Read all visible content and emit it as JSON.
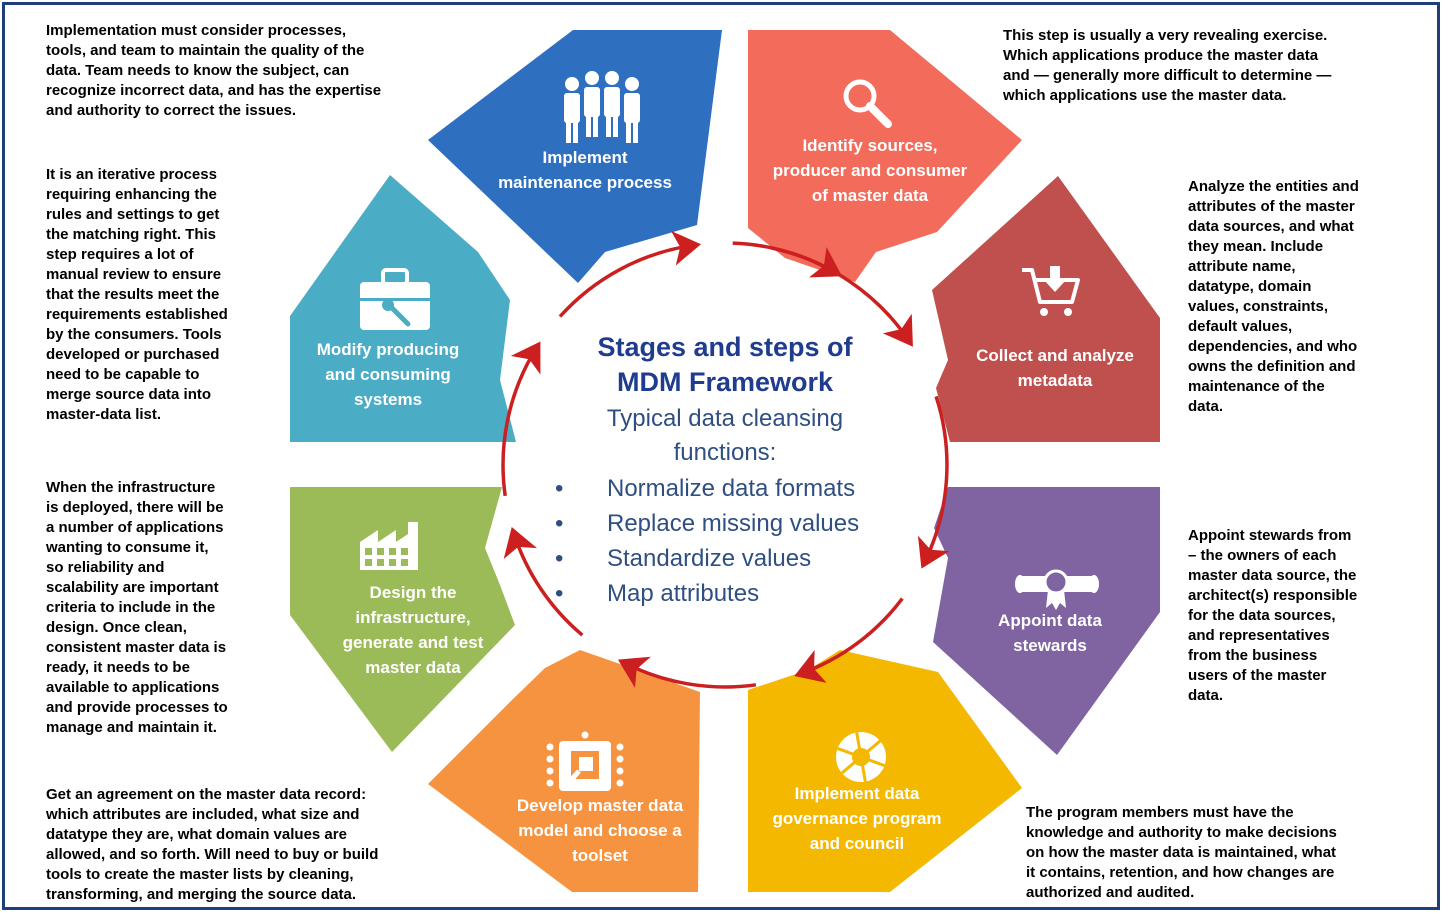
{
  "center": {
    "title_line1": "Stages and steps of",
    "title_line2": "MDM Framework",
    "subtitle_line1": "Typical data cleansing",
    "subtitle_line2": "functions:",
    "bullet_symbol": "•",
    "bullets": [
      "Normalize data formats",
      "Replace missing values",
      "Standardize values",
      "Map attributes"
    ]
  },
  "segments": [
    {
      "lines": [
        "Implement",
        "maintenance process"
      ],
      "icon": "people-group-icon",
      "color": "#2e6fc0"
    },
    {
      "lines": [
        "Identify sources,",
        "producer and consumer",
        "of master data"
      ],
      "icon": "magnifier-icon",
      "color": "#f26b5b"
    },
    {
      "lines": [
        "Collect and analyze",
        "metadata"
      ],
      "icon": "shopping-cart-icon",
      "color": "#c0504d"
    },
    {
      "lines": [
        "Appoint data",
        "stewards"
      ],
      "icon": "diploma-scroll-icon",
      "color": "#8064a2"
    },
    {
      "lines": [
        "Implement data",
        "governance program",
        "and council"
      ],
      "icon": "aperture-icon",
      "color": "#f5b800"
    },
    {
      "lines": [
        "Develop master data",
        "model and choose a",
        "toolset"
      ],
      "icon": "chip-icon",
      "color": "#f59340"
    },
    {
      "lines": [
        "Design the",
        "infrastructure,",
        "generate and test",
        "master data"
      ],
      "icon": "factory-icon",
      "color": "#9bbb59"
    },
    {
      "lines": [
        "Modify producing",
        "and consuming",
        "systems"
      ],
      "icon": "toolbox-icon",
      "color": "#4bacc6"
    }
  ],
  "descriptions": {
    "implement": [
      "Implementation  must consider processes,",
      "tools, and team to maintain the quality of the",
      "data. Team needs to know the subject, can",
      "recognize incorrect data, and has the expertise",
      "and authority to correct the issues."
    ],
    "identify": [
      "This step is usually a very revealing exercise.",
      "Which applications  produce the master data",
      "and — generally more difficult to determine —",
      "which applications use the master data."
    ],
    "collect": [
      "Analyze  the entities and",
      "attributes of the master",
      "data sources, and what",
      "they mean.  Include",
      "attribute name,",
      "datatype, domain",
      "values, constraints,",
      "default values,",
      "dependencies, and who",
      "owns the definition and",
      "maintenance of the",
      "data."
    ],
    "appoint": [
      "Appoint stewards from",
      "– the owners of each",
      "master data source, the",
      "architect(s) responsible",
      "for the data sources,",
      "and representatives",
      "from the business",
      "users of the master",
      "data."
    ],
    "governance": [
      "The program members must have the",
      "knowledge and authority to make decisions",
      "on how the master data is maintained,  what",
      "it contains, retention, and how changes are",
      "authorized and audited."
    ],
    "develop": [
      "Get an agreement on the master data record:",
      "which attributes are included,  what size and",
      "datatype they are, what domain values are",
      "allowed, and so forth. Will need to buy or build",
      "tools to create the master lists by cleaning,",
      "transforming, and merging the source data."
    ],
    "design": [
      "When the infrastructure",
      "is deployed, there will be",
      "a number of applications",
      "wanting to consume it,",
      "so reliability  and",
      "scalability  are important",
      "criteria to include in the",
      "design. Once clean,",
      "consistent master data is",
      "ready, it needs to be",
      "available  to applications",
      "and provide processes to",
      "manage and maintain it."
    ],
    "modify": [
      "It is an iterative process",
      "requiring enhancing the",
      "rules and settings to get",
      "the matching right. This",
      "step requires a lot of",
      "manual review to ensure",
      "that the results meet the",
      "requirements established",
      "by the consumers.  Tools",
      "developed or purchased",
      "need to be capable to",
      "merge source data into",
      "master-data list."
    ]
  },
  "colors": {
    "frame": "#1f3f7a",
    "arrow": "#cc1f1f",
    "center_title": "#1f3c8f",
    "center_text": "#2f4f82"
  }
}
